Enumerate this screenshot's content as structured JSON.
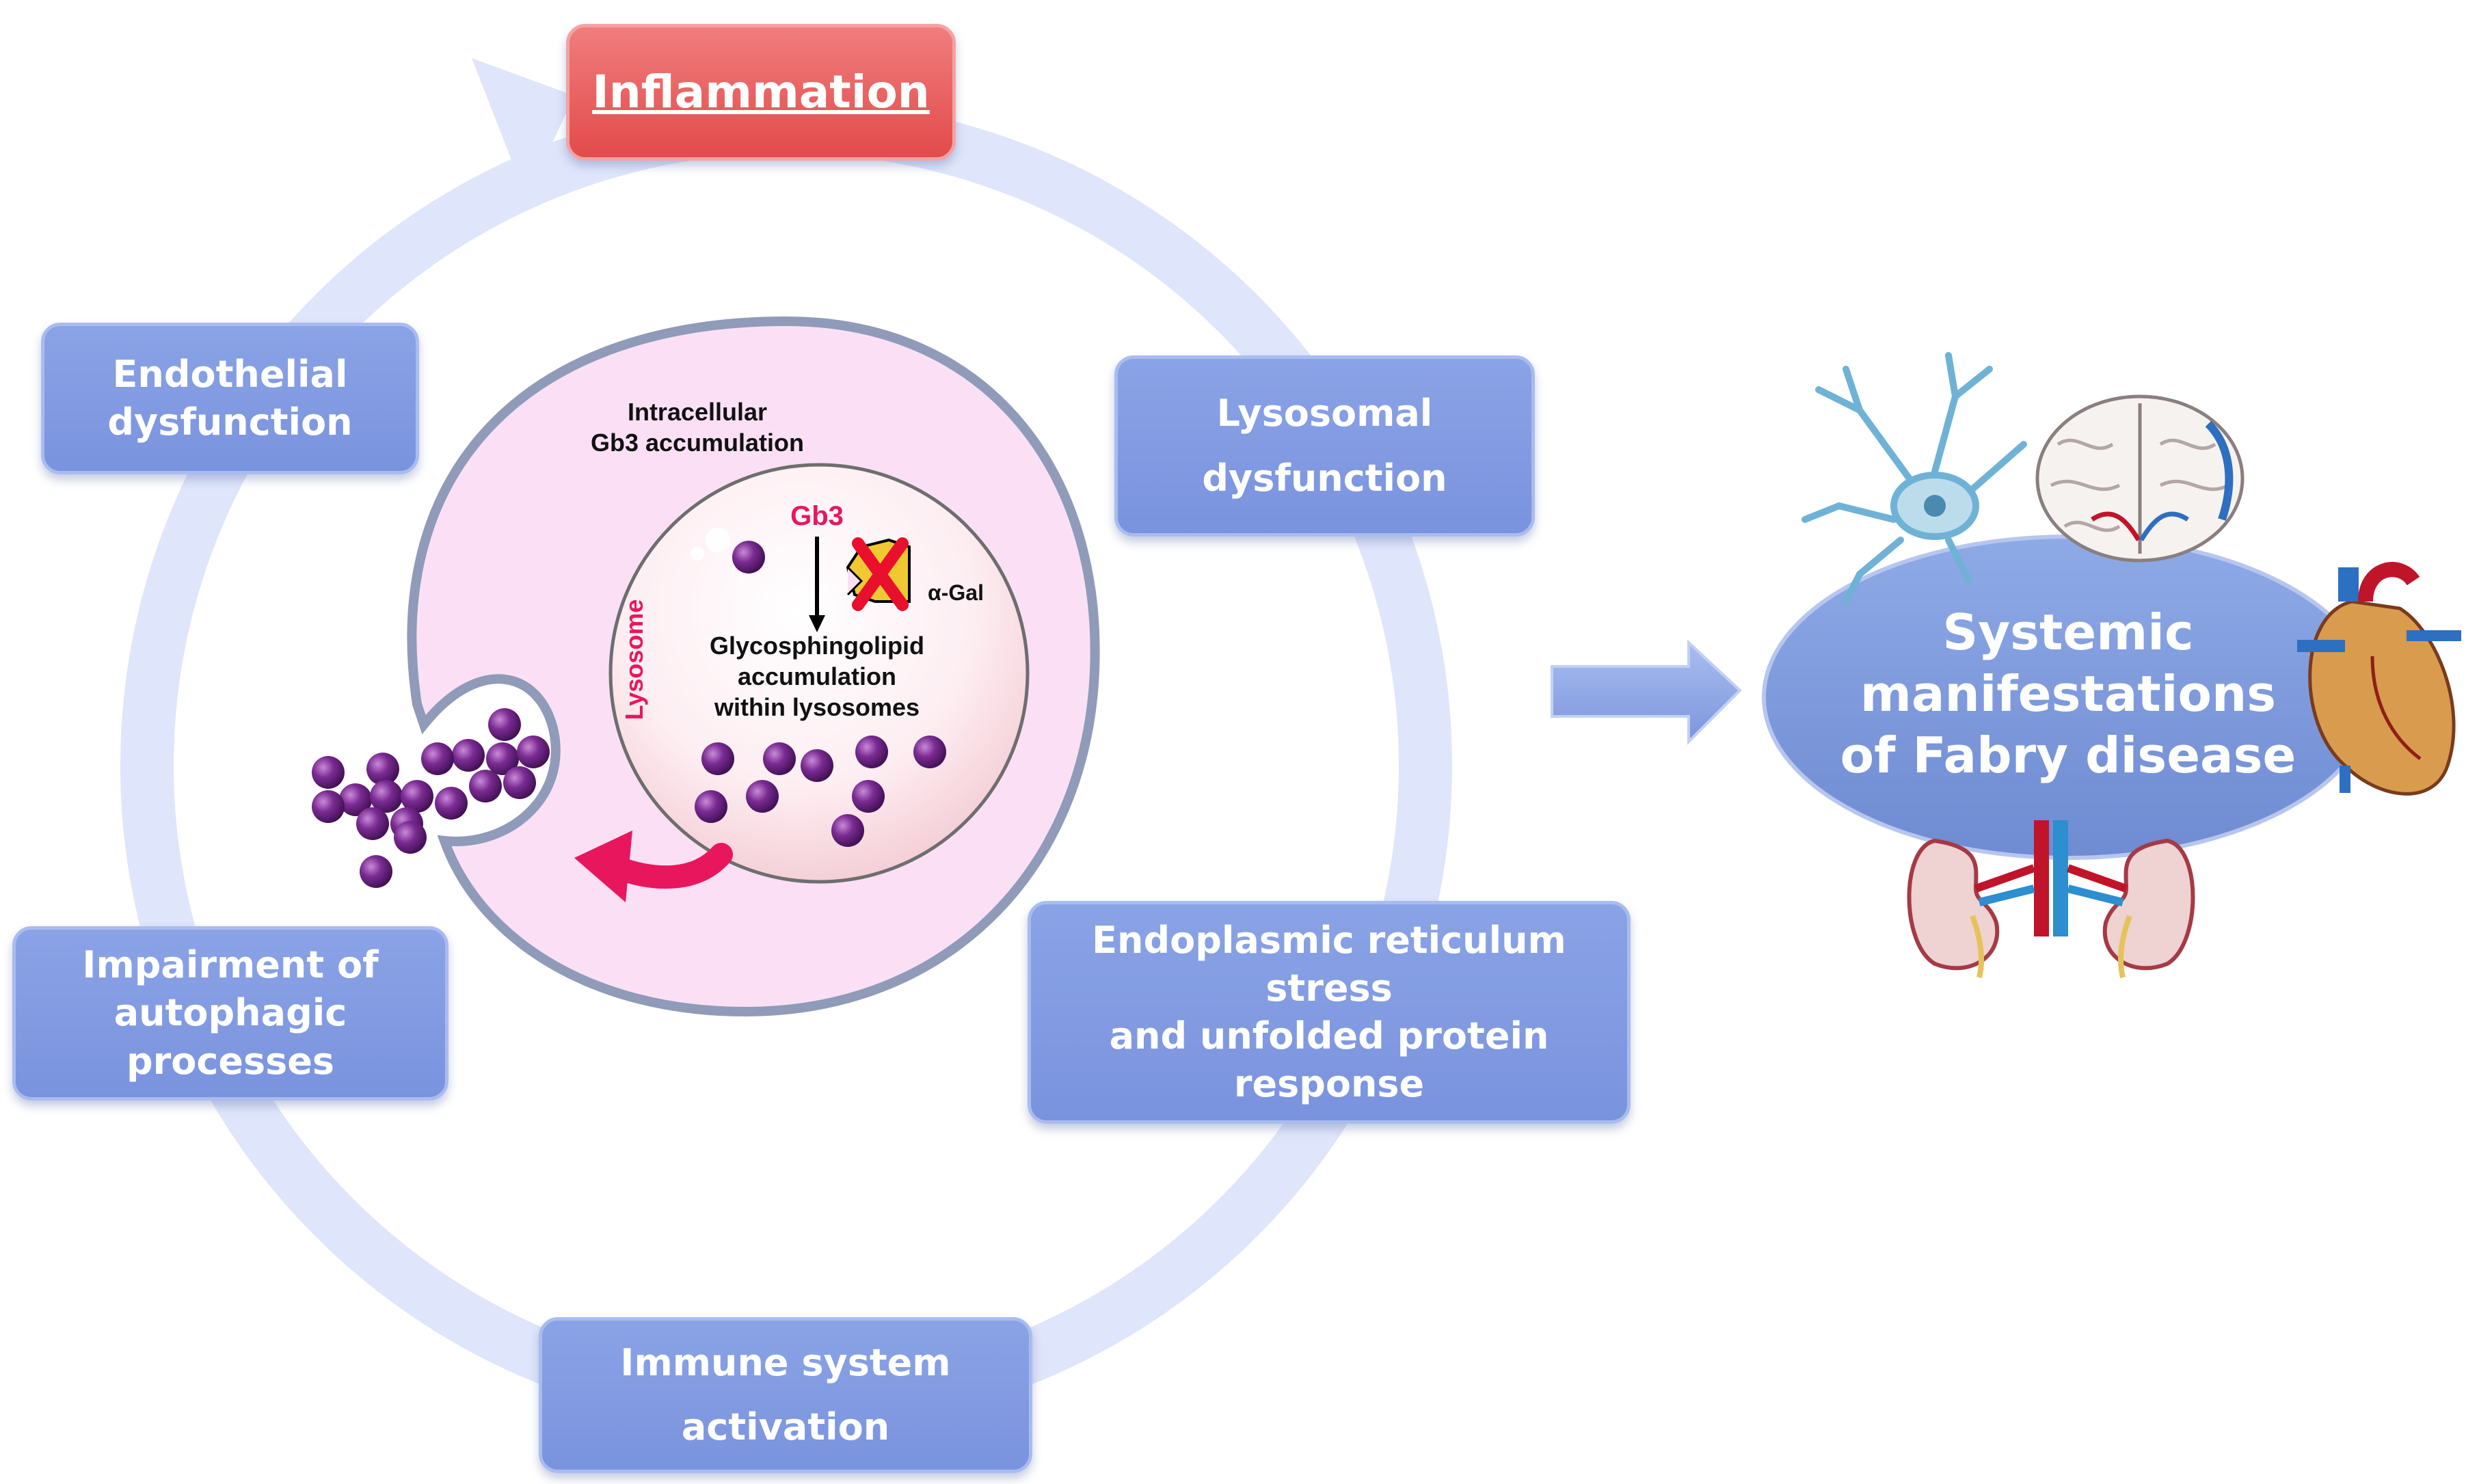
{
  "cycle_steps": {
    "inflammation": "Inflammation",
    "lysosomal_dysfunction": [
      "Lysosomal",
      "dysfunction"
    ],
    "er_stress": [
      "Endoplasmic reticulum stress",
      "and unfolded protein response"
    ],
    "immune_activation": [
      "Immune system",
      "activation"
    ],
    "autophagy": [
      "Impairment of",
      "autophagic processes"
    ],
    "endothelial": [
      "Endothelial",
      "dysfunction"
    ]
  },
  "cell": {
    "title": [
      "Intracellular",
      "Gb3 accumulation"
    ],
    "gb3_label": "Gb3",
    "enzyme_label": "α-Gal",
    "lysosome_label": "Lysosome",
    "accumulation_text": [
      "Glycosphingolipid",
      "accumulation",
      "within lysosomes"
    ]
  },
  "outcome": {
    "label": [
      "Systemic",
      "manifestations",
      "of Fabry disease"
    ]
  },
  "icons": [
    "neuron-icon",
    "brain-icon",
    "heart-icon",
    "kidneys-icon",
    "circular-arrow-icon",
    "right-arrow-icon",
    "exocytosis-arrow-icon"
  ],
  "colors": {
    "cycle_box": "#7a93de",
    "inflammation_box": "#e24b4b",
    "cycle_ring": "#dfe5fa",
    "cell_fill": "#fbe0f5",
    "gb3_particle": "#6b2582",
    "accent_pink": "#e8175d",
    "outcome_ellipse": "#7a95d8"
  }
}
